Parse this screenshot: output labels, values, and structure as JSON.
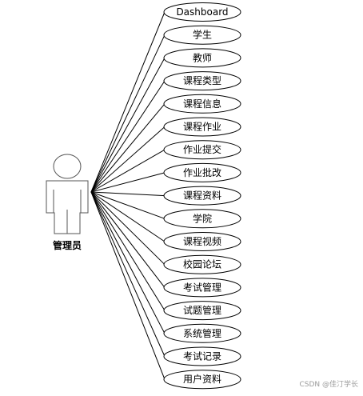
{
  "actor": {
    "label": "管理员",
    "icon": "person-outline-icon"
  },
  "use_cases": [
    "Dashboard",
    "学生",
    "教师",
    "课程类型",
    "课程信息",
    "课程作业",
    "作业提交",
    "作业批改",
    "课程资料",
    "学院",
    "课程视频",
    "校园论坛",
    "考试管理",
    "试题管理",
    "系统管理",
    "考试记录",
    "用户资料"
  ],
  "watermark": "CSDN @佳汀学长"
}
